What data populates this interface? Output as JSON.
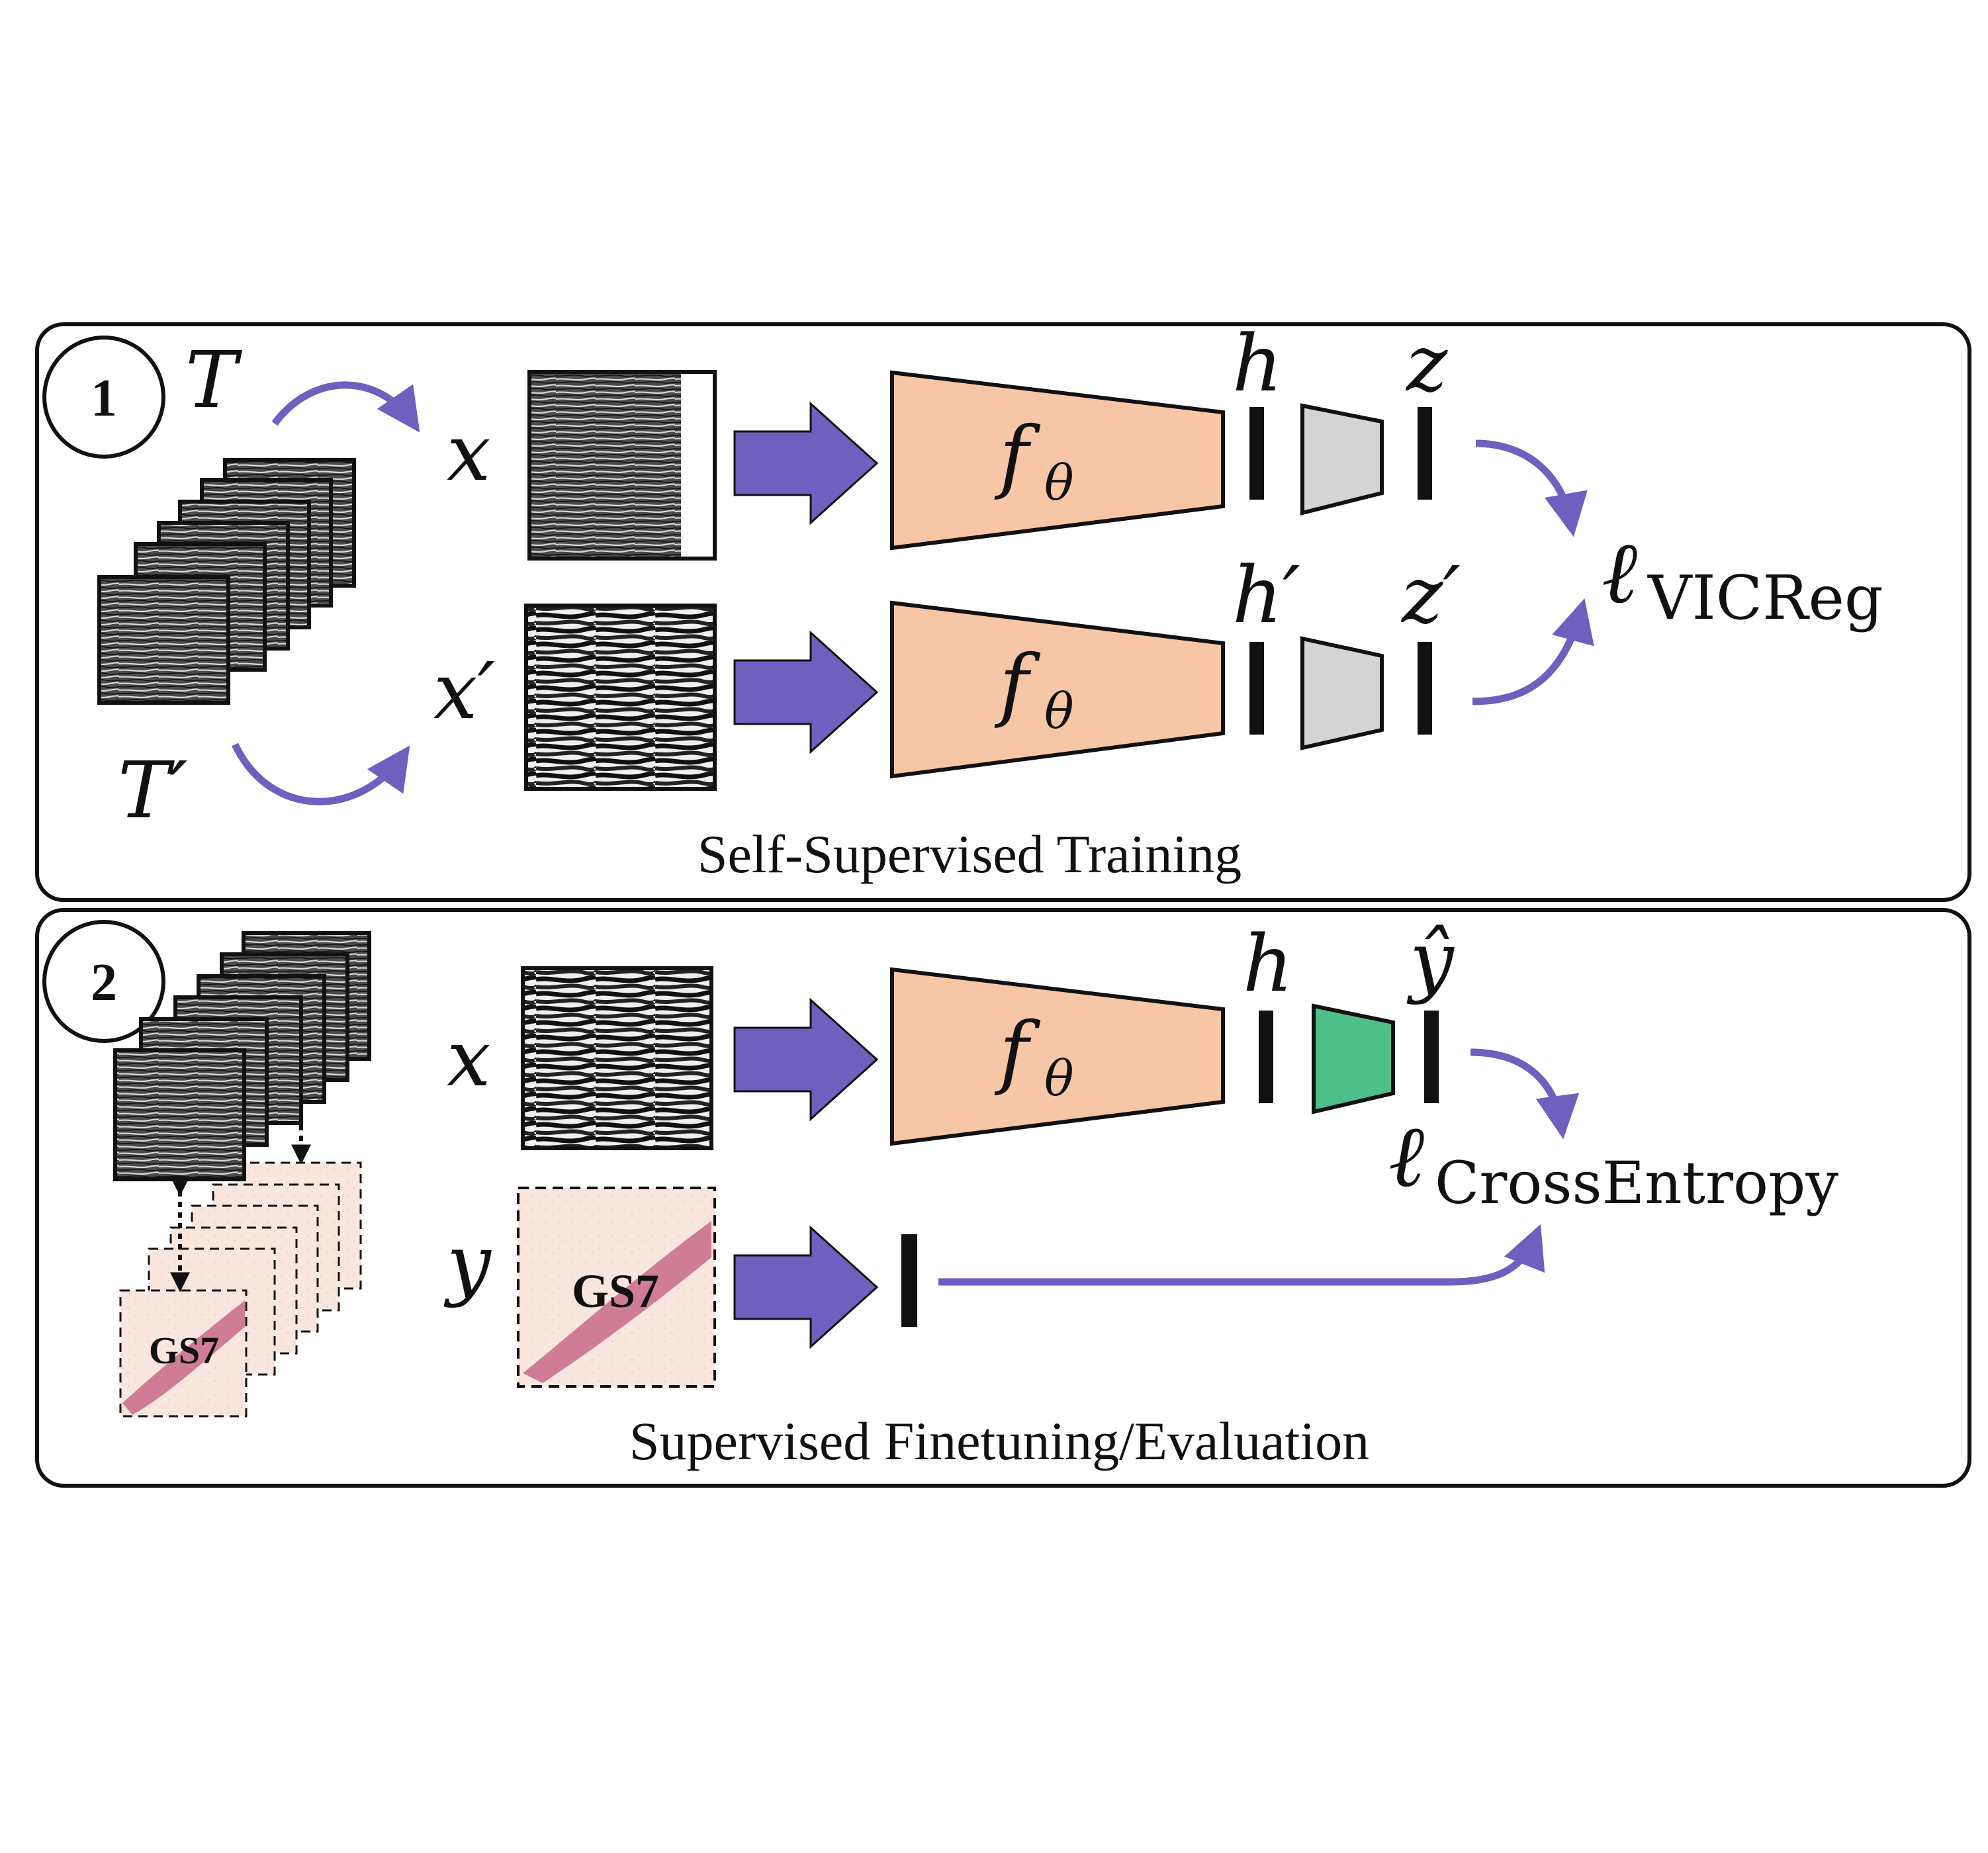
{
  "panel1": {
    "badge": "1",
    "caption": "Self-Supervised Training",
    "transform_label": "T",
    "transform_prime_label": "T′",
    "view_label": "x",
    "view_prime_label": "x′",
    "encoder_label": "f",
    "encoder_subscript": "θ",
    "rep_label": "h",
    "rep_prime_label": "h′",
    "emb_label": "z",
    "emb_prime_label": "z′",
    "loss_symbol": "ℓ",
    "loss_subscript": "VICReg"
  },
  "panel2": {
    "badge": "2",
    "caption": "Supervised Finetuning/Evaluation",
    "input_label": "x",
    "target_label": "y",
    "encoder_label": "f",
    "encoder_subscript": "θ",
    "rep_label": "h",
    "pred_label": "ŷ",
    "loss_symbol": "ℓ",
    "loss_subscript": "CrossEntropy",
    "stack_gs_label": "GS7",
    "target_gs_label": "GS7"
  },
  "colors": {
    "arrow": "#6f5fbf",
    "encoder_fill": "#f6c6a6",
    "projector_fill": "#d4d4d4",
    "classifier_fill": "#4fbf8a",
    "histology_bg": "#f9e7df",
    "tissue": "#c86a8a"
  }
}
